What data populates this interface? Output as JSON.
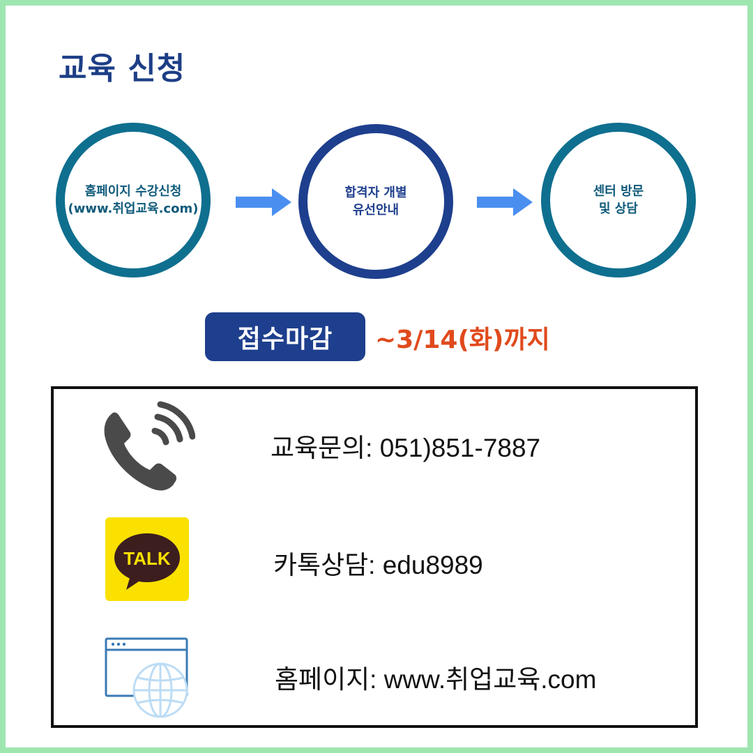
{
  "title": "교육 신청",
  "steps": [
    {
      "line1": "홈페이지 수강신청",
      "line2": "(www.취업교육.com)"
    },
    {
      "line1": "합격자 개별",
      "line2": "유선안내"
    },
    {
      "line1": "센터 방문",
      "line2": "및 상담"
    }
  ],
  "deadline": {
    "label": "접수마감",
    "date": "~3/14(화)까지"
  },
  "contacts": {
    "phone": "교육문의: 051)851-7887",
    "kakao_icon_text": "TALK",
    "kakao": "카톡상담: edu8989",
    "homepage": "홈페이지: www.취업교육.com"
  },
  "icons": [
    "phone-icon",
    "kakaotalk-icon",
    "browser-globe-icon"
  ],
  "colors": {
    "frame": "#9ee6b0",
    "title": "#1d3e86",
    "teal": "#0f6f8f",
    "navy": "#1e3f8d",
    "arrow": "#4a8ff0",
    "deadline_date": "#e04a1c",
    "kakao_yellow": "#fae100"
  }
}
